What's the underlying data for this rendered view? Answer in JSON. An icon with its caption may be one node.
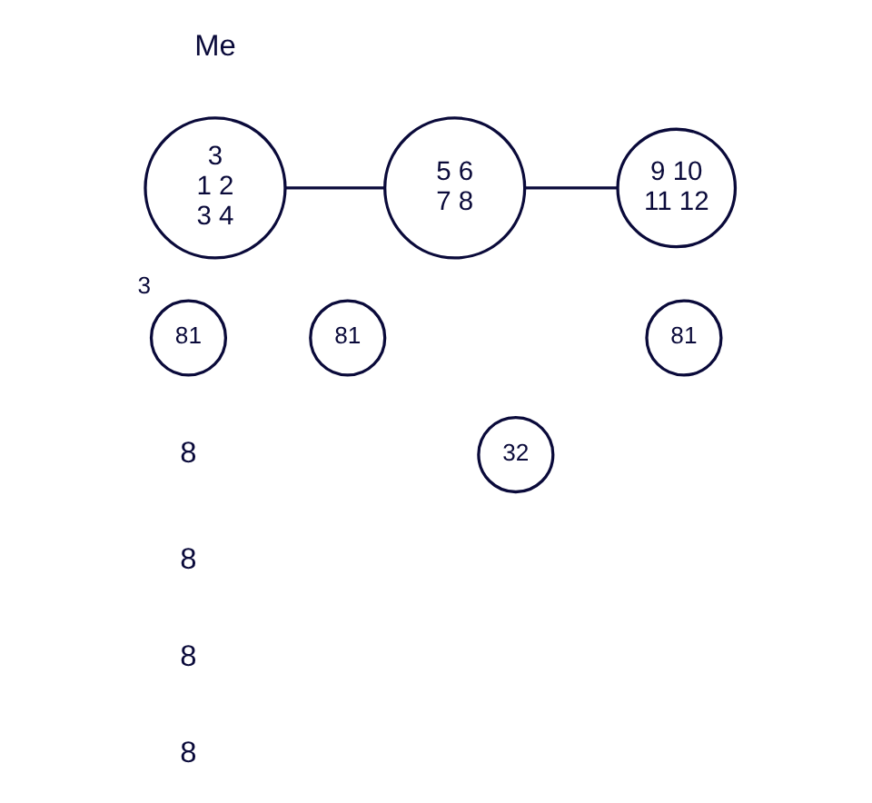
{
  "diagram": {
    "nodes": [
      {
        "text": [
          "3",
          "1 2",
          "3 4"
        ]
      },
      {
        "text": [
          "5 6",
          "7 8"
        ]
      },
      {
        "text": [
          "9 10",
          "11 12"
        ]
      },
      {
        "text": [
          "81"
        ],
        "beside": [
          "3"
        ]
      },
      {
        "text": [
          "81"
        ]
      },
      {
        "text": [
          "81"
        ]
      },
      {
        "text": [
          "32"
        ]
      }
    ],
    "edges": [
      {
        "from": 0,
        "to": 1,
        "arrow": "none"
      },
      {
        "from": 1,
        "to": 2,
        "arrow": "none"
      }
    ],
    "labels": [
      "Me",
      "8",
      "8",
      "8",
      "8"
    ]
  }
}
